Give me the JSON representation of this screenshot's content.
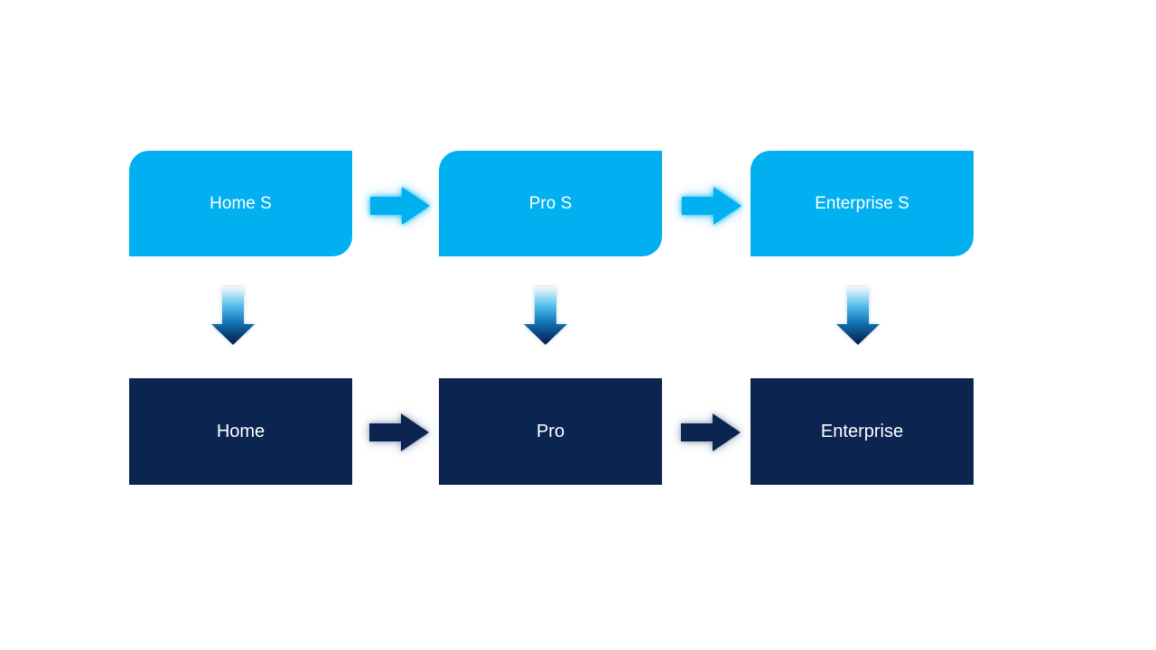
{
  "colors": {
    "background": "#FFFFFF",
    "light_blue": "#00B0F0",
    "dark_navy": "#0B2450",
    "text": "#FFFFFF",
    "down_gradient": [
      "#F2FAFE",
      "#52BEEC",
      "#1173B4",
      "#0A2350"
    ]
  },
  "diagram": {
    "columns": [
      {
        "top_label": "Home S",
        "bottom_label": "Home"
      },
      {
        "top_label": "Pro S",
        "bottom_label": "Pro"
      },
      {
        "top_label": "Enterprise S",
        "bottom_label": "Enterprise"
      }
    ]
  }
}
